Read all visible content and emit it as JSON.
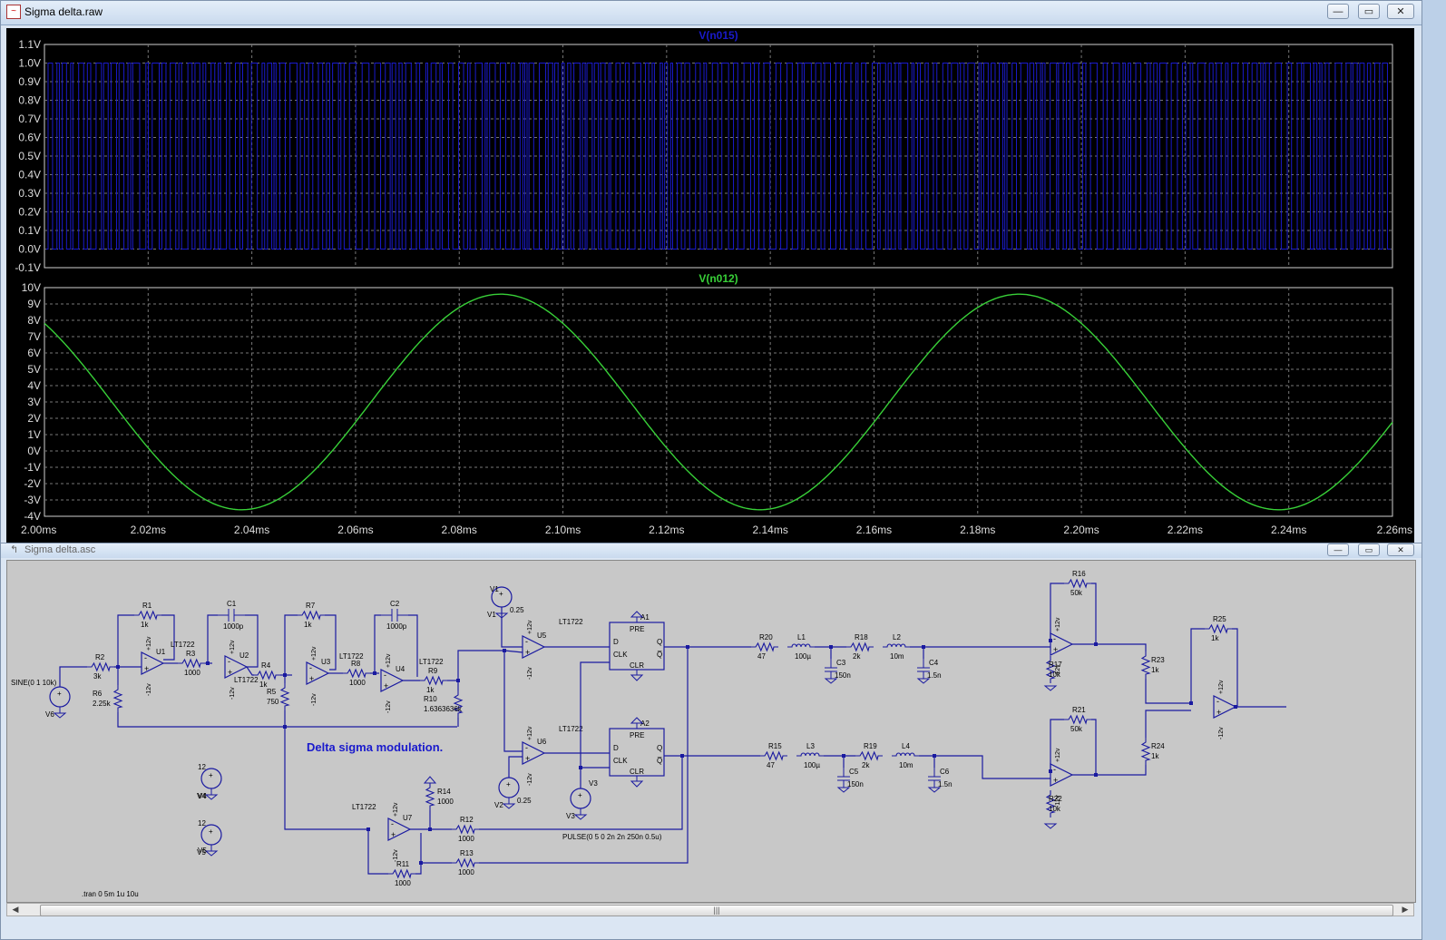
{
  "waveform_window": {
    "title": "Sigma delta.raw",
    "buttons": {
      "minimize": "—",
      "maximize": "▭",
      "close": "✕"
    }
  },
  "schematic_window": {
    "title": "Sigma delta.asc",
    "buttons": {
      "minimize": "—",
      "maximize": "▭",
      "close": "✕"
    },
    "scroll_grip": "|||"
  },
  "chart_data": [
    {
      "type": "line",
      "title": "V(n015)",
      "color": "#1a1acc",
      "xlim": [
        2.0,
        2.26
      ],
      "ylim": [
        -0.1,
        1.1
      ],
      "y_ticks": [
        "1.1V",
        "1.0V",
        "0.9V",
        "0.8V",
        "0.7V",
        "0.6V",
        "0.5V",
        "0.4V",
        "0.3V",
        "0.2V",
        "0.1V",
        "0.0V",
        "-0.1V"
      ],
      "description_values": "square pulse train between 0.0V and 1.0V"
    },
    {
      "type": "line",
      "title": "V(n012)",
      "color": "#38d038",
      "xlim": [
        2.0,
        2.26
      ],
      "ylim": [
        -4,
        10
      ],
      "y_ticks": [
        "10V",
        "9V",
        "8V",
        "7V",
        "6V",
        "5V",
        "4V",
        "3V",
        "2V",
        "1V",
        "0V",
        "-1V",
        "-2V",
        "-3V",
        "-4V"
      ],
      "x_ticks": [
        "2.00ms",
        "2.02ms",
        "2.04ms",
        "2.06ms",
        "2.08ms",
        "2.10ms",
        "2.12ms",
        "2.14ms",
        "2.16ms",
        "2.18ms",
        "2.20ms",
        "2.22ms",
        "2.24ms",
        "2.26ms"
      ],
      "series": [
        {
          "x": [
            2.0,
            2.038,
            2.088,
            2.138,
            2.188,
            2.238,
            2.26
          ],
          "y": [
            7.8,
            -3.6,
            9.6,
            -3.6,
            9.6,
            -3.6,
            1.9
          ]
        }
      ]
    }
  ],
  "schematic": {
    "title_note": "Delta sigma modulation.",
    "directive": ".tran 0 5m 1u 10u",
    "source_V6": {
      "name": "V6",
      "value": "SINE(0 1 10k)"
    },
    "labels": {
      "R1": "R1",
      "R1v": "1k",
      "R2": "R2",
      "R2v": "3k",
      "R3": "R3",
      "R3v": "1000",
      "R4": "R4",
      "R4v": "1k",
      "R5": "R5",
      "R5v": "750",
      "R6": "R6",
      "R6v": "2.25k",
      "R7": "R7",
      "R7v": "1k",
      "R8": "R8",
      "R8v": "1000",
      "R9": "R9",
      "R9v": "1k",
      "R10": "R10",
      "R10v": "1.6363636k",
      "R11": "R11",
      "R11v": "1000",
      "R12": "R12",
      "R12v": "1000",
      "R13": "R13",
      "R13v": "1000",
      "R14": "R14",
      "R14v": "1000",
      "R15": "R15",
      "R15v": "47",
      "R16": "R16",
      "R16v": "50k",
      "R17": "R17",
      "R17v": "10k",
      "R18": "R18",
      "R18v": "2k",
      "R19": "R19",
      "R19v": "2k",
      "R20": "R20",
      "R20v": "47",
      "R21": "R21",
      "R21v": "50k",
      "R22": "R22",
      "R22v": "10k",
      "R23": "R23",
      "R23v": "1k",
      "R24": "R24",
      "R24v": "1k",
      "R25": "R25",
      "R25v": "1k",
      "C1": "C1",
      "C1v": "1000p",
      "C2": "C2",
      "C2v": "1000p",
      "C3": "C3",
      "C3v": "150n",
      "C4": "C4",
      "C4v": "1.5n",
      "C5": "C5",
      "C5v": "150n",
      "C6": "C6",
      "C6v": "1.5n",
      "L1": "L1",
      "L1v": "100µ",
      "L2": "L2",
      "L2v": "10m",
      "L3": "L3",
      "L3v": "100µ",
      "L4": "L4",
      "L4v": "10m",
      "U1": "U1",
      "U2": "U2",
      "U3": "U3",
      "U4": "U4",
      "U5": "U5",
      "U6": "U6",
      "U7": "U7",
      "A1": "A1",
      "A2": "A2",
      "V1": "V1",
      "V1v": "0.25",
      "V2": "V2",
      "V2v": "0.25",
      "V3": "V3",
      "V4": "V4",
      "V4v": "12",
      "V5": "V5",
      "V5v": "12",
      "lt": "LT1722",
      "pre": "PRE",
      "clr": "CLR",
      "clk": "CLK",
      "d": "D",
      "q": "Q",
      "qb": "Q̅",
      "p12": "+12v",
      "m12": "-12v",
      "pulse": "PULSE(0 5 0 2n 2n 250n 0.5u)"
    }
  }
}
